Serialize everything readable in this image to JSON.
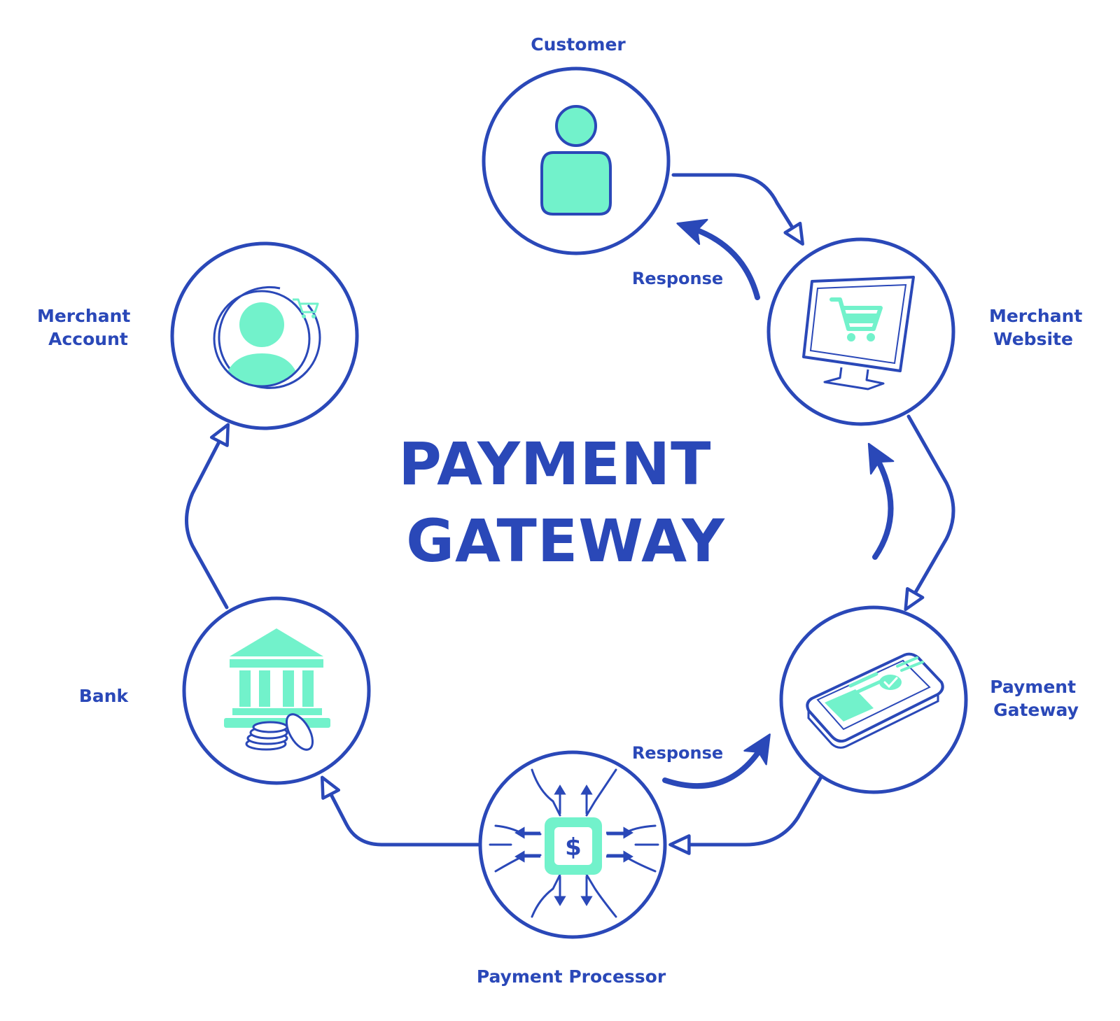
{
  "title": {
    "line1": "PAYMENT",
    "line2": "GATEWAY"
  },
  "nodes": {
    "customer": {
      "label": "Customer",
      "icon": "person-icon"
    },
    "merchant_website": {
      "line1": "Merchant",
      "line2": "Website",
      "icon": "monitor-cart-icon"
    },
    "payment_gateway": {
      "line1": "Payment",
      "line2": "Gateway",
      "icon": "smartphone-payment-icon"
    },
    "payment_processor": {
      "label": "Payment Processor",
      "icon": "dollar-chip-icon"
    },
    "bank": {
      "label": "Bank",
      "icon": "bank-building-icon"
    },
    "merchant_account": {
      "line1": "Merchant",
      "line2": "Account",
      "icon": "account-avatar-cart-icon"
    }
  },
  "responses": {
    "top": "Response",
    "bottom": "Response"
  },
  "colors": {
    "primary": "#2a48b8",
    "accent": "#72f2cb",
    "background": "#ffffff"
  }
}
